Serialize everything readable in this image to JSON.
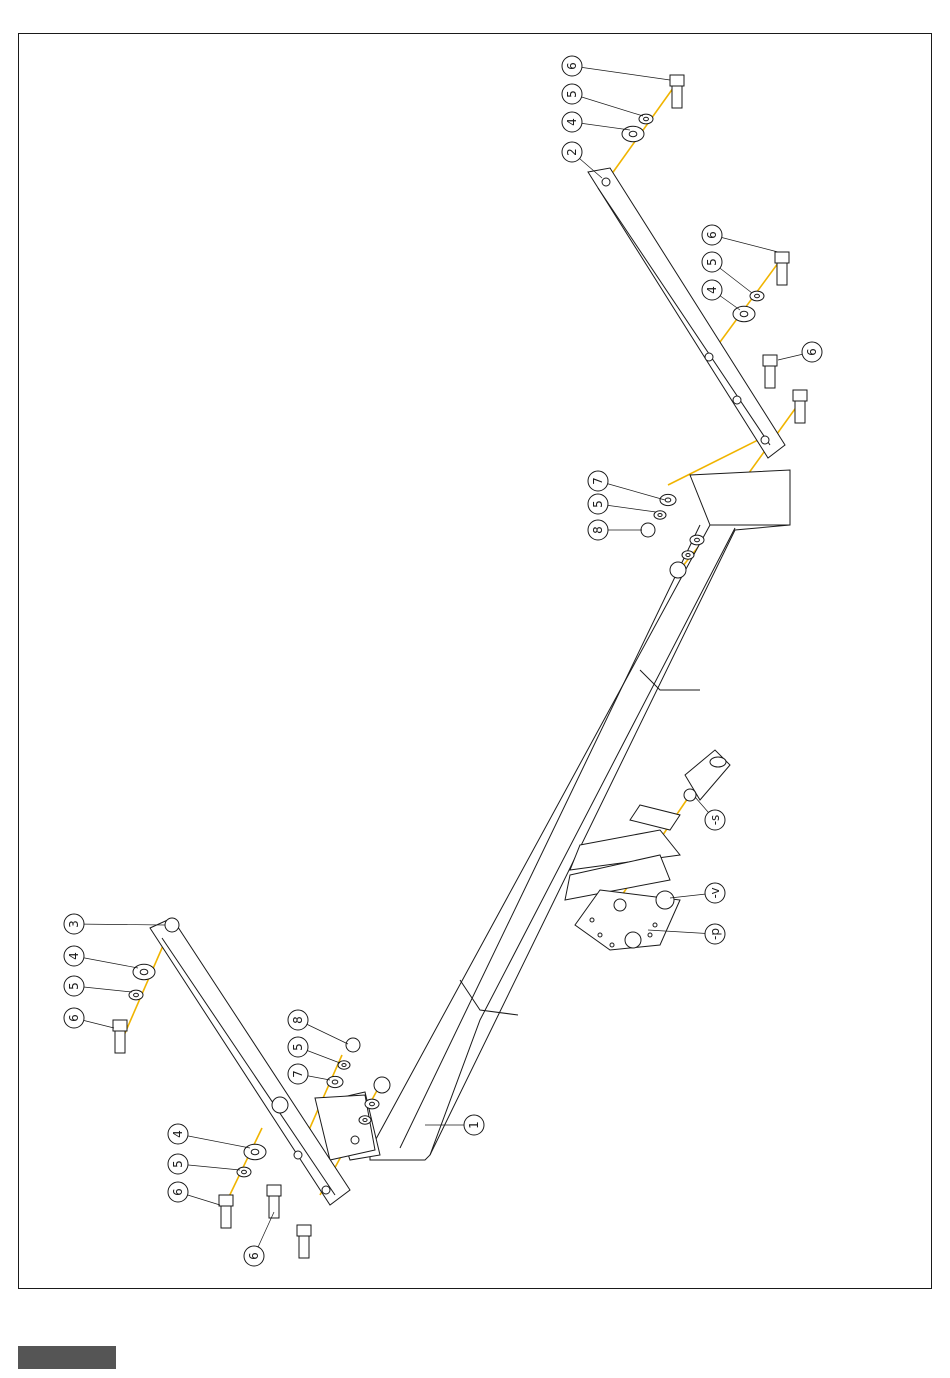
{
  "diagram": {
    "callouts": [
      {
        "id": "c6a",
        "label": "6"
      },
      {
        "id": "c5a",
        "label": "5"
      },
      {
        "id": "c4a",
        "label": "4"
      },
      {
        "id": "c2",
        "label": "2"
      },
      {
        "id": "c6b",
        "label": "6"
      },
      {
        "id": "c5b",
        "label": "5"
      },
      {
        "id": "c4b",
        "label": "4"
      },
      {
        "id": "c6c",
        "label": "6"
      },
      {
        "id": "c7a",
        "label": "7"
      },
      {
        "id": "c5c",
        "label": "5"
      },
      {
        "id": "c8a",
        "label": "8"
      },
      {
        "id": "cS",
        "label": "-s"
      },
      {
        "id": "cV",
        "label": "-v"
      },
      {
        "id": "cP",
        "label": "-p"
      },
      {
        "id": "c3",
        "label": "3"
      },
      {
        "id": "c4c",
        "label": "4"
      },
      {
        "id": "c5d",
        "label": "5"
      },
      {
        "id": "c6d",
        "label": "6"
      },
      {
        "id": "c8b",
        "label": "8"
      },
      {
        "id": "c5e",
        "label": "5"
      },
      {
        "id": "c7b",
        "label": "7"
      },
      {
        "id": "c1",
        "label": "1"
      },
      {
        "id": "c4d",
        "label": "4"
      },
      {
        "id": "c5f",
        "label": "5"
      },
      {
        "id": "c6e",
        "label": "6"
      },
      {
        "id": "c6f",
        "label": "6"
      }
    ],
    "colors": {
      "line": "#1a1a1a",
      "axis": "#f0b400",
      "fill": "#ffffff",
      "footer": "#555555"
    }
  }
}
